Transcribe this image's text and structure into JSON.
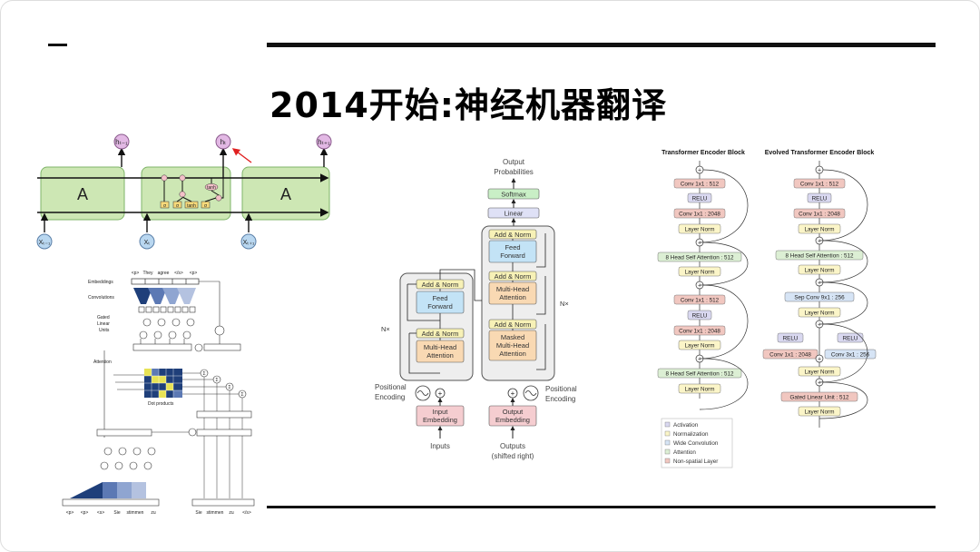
{
  "slide": {
    "title": "2014开始:神经机器翻译"
  },
  "rnn_diagram": {
    "cell_label": "A",
    "outputs": [
      "hₜ₋₁",
      "hₜ",
      "hₜ₊₁"
    ],
    "inputs": [
      "Xₜ₋₁",
      "Xₜ",
      "Xₜ₊₁"
    ],
    "gates": [
      "σ",
      "σ",
      "tanh",
      "σ"
    ],
    "tanh_label": "tanh",
    "accent_color": "#e02020"
  },
  "convs2s_diagram": {
    "row_labels": [
      "Embeddings",
      "Convolutions",
      "Gated\nLinear\nUnits",
      "Attention"
    ],
    "target_tokens": [
      "<p>",
      "They",
      "agree",
      "</s>",
      "<p>"
    ],
    "dot_products_label": "Dot products",
    "source_tokens": [
      "<p>",
      "<p>",
      "<s>",
      "Sie",
      "stimmen",
      "zu"
    ],
    "output_tokens": [
      "Sie",
      "stimmen",
      "zu",
      "</s>"
    ]
  },
  "transformer_diagram": {
    "output_probabilities": "Output\nProbabilities",
    "softmax": "Softmax",
    "linear": "Linear",
    "add_norm": "Add & Norm",
    "feed_forward": "Feed\nForward",
    "multi_head_attention": "Multi-Head\nAttention",
    "masked_multi_head_attention": "Masked\nMulti-Head\nAttention",
    "nx": "N×",
    "positional_encoding": "Positional\nEncoding",
    "input_embedding": "Input\nEmbedding",
    "output_embedding": "Output\nEmbedding",
    "inputs": "Inputs",
    "outputs": "Outputs\n(shifted right)"
  },
  "evolved_transformer": {
    "left_title": "Transformer Encoder Block",
    "right_title": "Evolved Transformer Encoder Block",
    "left_blocks": [
      "Conv 1x1 : 512",
      "RELU",
      "Conv 1x1 : 2048",
      "Layer Norm",
      "8 Head Self Attention : 512",
      "Layer Norm",
      "Conv 1x1 : 512",
      "RELU",
      "Conv 1x1 : 2048",
      "Layer Norm",
      "8 Head Self Attention : 512",
      "Layer Norm"
    ],
    "right_blocks": [
      "Conv 1x1 : 512",
      "RELU",
      "Conv 1x1 : 2048",
      "Layer Norm",
      "8 Head Self Attention : 512",
      "Layer Norm",
      "Sep Conv 9x1 : 256",
      "Layer Norm",
      "RELU",
      "RELU",
      "Conv 1x1 : 2048",
      "Conv 3x1 : 256",
      "Layer Norm",
      "Gated Linear Unit : 512",
      "Layer Norm"
    ],
    "legend": [
      "Activation",
      "Normalization",
      "Wide Convolution",
      "Attention",
      "Non-spatial Layer"
    ],
    "colors": {
      "activation": "#d9d8f0",
      "normalization": "#fbf5c8",
      "wide_convolution": "#d6e4f5",
      "attention": "#dcefd4",
      "non_spatial": "#f1c7c0"
    }
  }
}
